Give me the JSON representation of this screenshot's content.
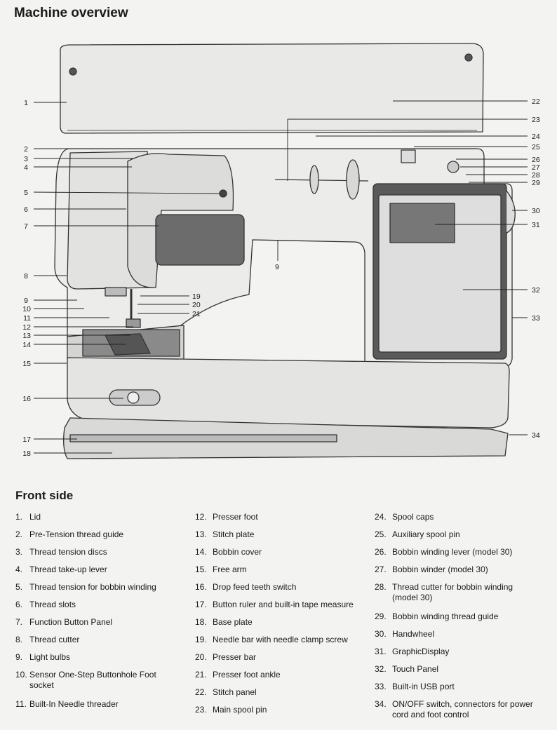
{
  "page_title": "Machine overview",
  "callouts_left": [
    "1",
    "2",
    "3",
    "4",
    "5",
    "6",
    "7",
    "8",
    "9",
    "10",
    "11",
    "12",
    "13",
    "14",
    "15",
    "16",
    "17",
    "18"
  ],
  "callouts_center": [
    "19",
    "20",
    "21",
    "9"
  ],
  "callouts_right": [
    "22",
    "23",
    "24",
    "25",
    "26",
    "27",
    "28",
    "29",
    "30",
    "31",
    "32",
    "33",
    "34"
  ],
  "section_title": "Front side",
  "parts": [
    {
      "num": "1.",
      "label": "Lid"
    },
    {
      "num": "2.",
      "label": "Pre-Tension thread guide"
    },
    {
      "num": "3.",
      "label": "Thread tension discs"
    },
    {
      "num": "4.",
      "label": "Thread take-up lever"
    },
    {
      "num": "5.",
      "label": "Thread tension for bobbin winding"
    },
    {
      "num": "6.",
      "label": "Thread slots"
    },
    {
      "num": "7.",
      "label": "Function Button Panel"
    },
    {
      "num": "8.",
      "label": "Thread cutter"
    },
    {
      "num": "9.",
      "label": "Light bulbs"
    },
    {
      "num": "10.",
      "label": "Sensor One-Step Buttonhole Foot socket"
    },
    {
      "num": "11.",
      "label": "Built-In Needle threader"
    },
    {
      "num": "12.",
      "label": "Presser foot"
    },
    {
      "num": "13.",
      "label": "Stitch plate"
    },
    {
      "num": "14.",
      "label": "Bobbin cover"
    },
    {
      "num": "15.",
      "label": "Free arm"
    },
    {
      "num": "16.",
      "label": "Drop feed teeth switch"
    },
    {
      "num": "17.",
      "label": "Button ruler and built-in tape measure"
    },
    {
      "num": "18.",
      "label": "Base plate"
    },
    {
      "num": "19.",
      "label": "Needle bar with needle clamp screw"
    },
    {
      "num": "20.",
      "label": "Presser bar"
    },
    {
      "num": "21.",
      "label": "Presser foot ankle"
    },
    {
      "num": "22.",
      "label": "Stitch panel"
    },
    {
      "num": "23.",
      "label": "Main spool pin"
    },
    {
      "num": "24.",
      "label": "Spool caps"
    },
    {
      "num": "25.",
      "label": "Auxiliary spool pin"
    },
    {
      "num": "26.",
      "label": "Bobbin winding lever (model 30)"
    },
    {
      "num": "27.",
      "label": "Bobbin winder (model 30)"
    },
    {
      "num": "28.",
      "label": "Thread cutter for bobbin winding (model 30)"
    },
    {
      "num": "29.",
      "label": "Bobbin winding thread guide"
    },
    {
      "num": "30.",
      "label": "Handwheel"
    },
    {
      "num": "31.",
      "label": "GraphicDisplay"
    },
    {
      "num": "32.",
      "label": "Touch Panel"
    },
    {
      "num": "33.",
      "label": "Built-in USB port"
    },
    {
      "num": "34.",
      "label": "ON/OFF switch, connectors for power cord and foot control"
    }
  ]
}
